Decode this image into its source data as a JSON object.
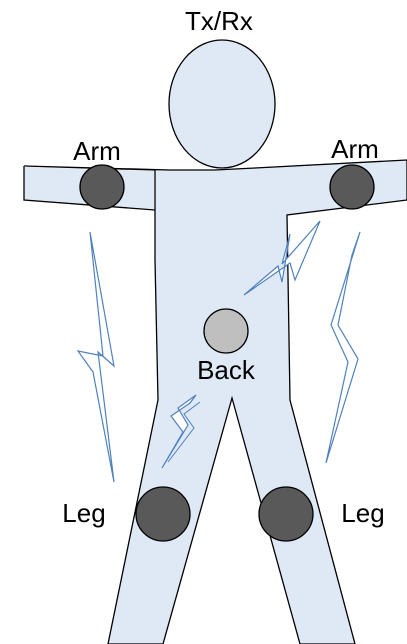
{
  "labels": {
    "head": "Tx/Rx",
    "arm_left": "Arm",
    "arm_right": "Arm",
    "back": "Back",
    "leg_left": "Leg",
    "leg_right": "Leg"
  },
  "colors": {
    "body_fill": "#dfe9f5",
    "outline": "#000000",
    "sensor_dark": "#595959",
    "sensor_back": "#bfbfbf",
    "signal_stroke": "#4f81bd",
    "signal_fill": "#ffffff"
  },
  "icons": {
    "head": "head-circle",
    "sensors": "sensor-node-circle",
    "signals": "wireless-lightning-bolt"
  }
}
